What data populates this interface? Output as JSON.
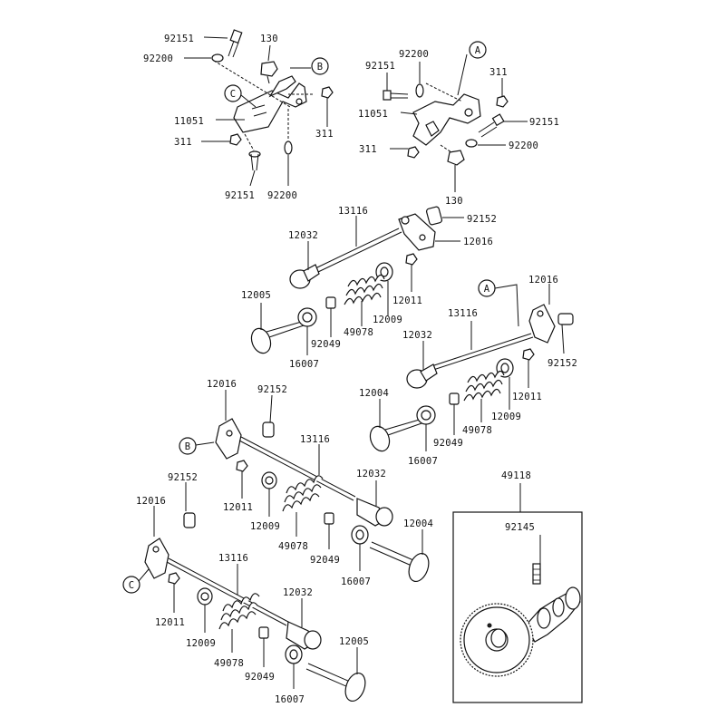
{
  "callouts": {
    "a": "A",
    "b": "B",
    "c": "C"
  },
  "labels": {
    "tl_92151_top": "92151",
    "tl_130": "130",
    "tl_92200_top": "92200",
    "tl_11051": "11051",
    "tl_311_left": "311",
    "tl_311_right": "311",
    "tl_92151_bot": "92151",
    "tl_92200_bot": "92200",
    "tr_92200_top": "92200",
    "tr_92151_left": "92151",
    "tr_311_top": "311",
    "tr_11051": "11051",
    "tr_92151_right": "92151",
    "tr_311_left": "311",
    "tr_92200_right": "92200",
    "tr_130": "130",
    "g1_13116": "13116",
    "g1_92152": "92152",
    "g1_12032": "12032",
    "g1_12016": "12016",
    "g1_12005": "12005",
    "g1_12011": "12011",
    "g1_12009": "12009",
    "g1_92049": "92049",
    "g1_49078": "49078",
    "g1_16007": "16007",
    "g2_12016": "12016",
    "g2_13116": "13116",
    "g2_12032": "12032",
    "g2_92152": "92152",
    "g2_12004": "12004",
    "g2_12011": "12011",
    "g2_12009": "12009",
    "g2_92049": "92049",
    "g2_49078": "49078",
    "g2_16007": "16007",
    "g3_12016": "12016",
    "g3_92152": "92152",
    "g3_13116": "13116",
    "g3_12011": "12011",
    "g3_12032": "12032",
    "g3_12009": "12009",
    "g3_12004": "12004",
    "g3_49078": "49078",
    "g3_92049": "92049",
    "g3_16007": "16007",
    "g4_92152": "92152",
    "g4_12016": "12016",
    "g4_13116": "13116",
    "g4_12032": "12032",
    "g4_12011": "12011",
    "g4_12009": "12009",
    "g4_12005": "12005",
    "g4_49078": "49078",
    "g4_92049": "92049",
    "g4_16007": "16007",
    "cam_49118": "49118",
    "cam_92145": "92145"
  }
}
